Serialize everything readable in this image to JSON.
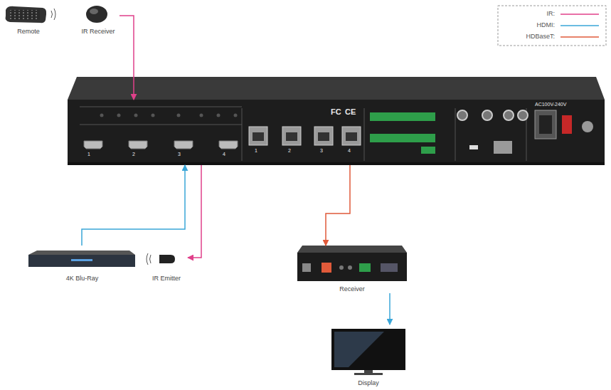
{
  "diagram": {
    "nodes": [
      {
        "text": [
          "Remote"
        ]
      },
      {
        "text": [
          "IR Receiver"
        ]
      },
      {
        "text": [
          "FC",
          "CE"
        ]
      },
      {
        "text": [
          "4K Blu-Ray"
        ]
      },
      {
        "text": [
          "IR Emitter"
        ]
      },
      {
        "text": [
          "Receiver"
        ]
      },
      {
        "text": [
          "Display"
        ]
      }
    ],
    "edges": [
      {
        "from": 1,
        "to": 2,
        "arrow": "to"
      },
      {
        "from": 3,
        "to": 2,
        "arrow": "to"
      },
      {
        "from": 2,
        "to": 4,
        "arrow": "to"
      },
      {
        "from": 2,
        "to": 5,
        "arrow": "to"
      },
      {
        "from": 5,
        "to": 6,
        "arrow": "to"
      }
    ],
    "labels": [
      "1",
      "2",
      "3",
      "4",
      "1",
      "2",
      "3",
      "4",
      "AC100V-240V"
    ],
    "legend": [
      {
        "text": "IR:"
      },
      {
        "text": "HDMI:"
      },
      {
        "text": "HDBaseT:"
      }
    ]
  }
}
